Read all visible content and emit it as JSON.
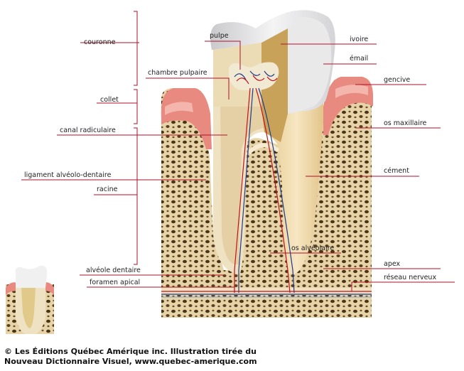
{
  "labels": {
    "couronne": "couronne",
    "collet": "collet",
    "canal_radiculaire": "canal radiculaire",
    "ligament": "ligament alvéolo-dentaire",
    "racine": "racine",
    "alveole_dentaire": "alvéole dentaire",
    "foramen_apical": "foramen apical",
    "pulpe": "pulpe",
    "chambre_pulpaire": "chambre pulpaire",
    "ivoire": "ivoire",
    "email": "émail",
    "gencive": "gencive",
    "os_maxillaire": "os maxillaire",
    "cement": "cément",
    "os_alveolaire": "os alvéolaire",
    "apex": "apex",
    "reseau_nerveux": "réseau nerveux"
  },
  "credit": {
    "line1": "© Les Éditions Québec Amérique inc. Illustration tirée du",
    "line2": "Nouveau Dictionnaire Visuel, www.quebec-amerique.com"
  },
  "colors": {
    "bone": "#e6d3a8",
    "bone_hole": "#4a3417",
    "gum": "#e88a80",
    "enamel": "#ededee",
    "dentin": "#c9a25a",
    "pulp": "#efe2c2",
    "leader": "#b0102a"
  }
}
